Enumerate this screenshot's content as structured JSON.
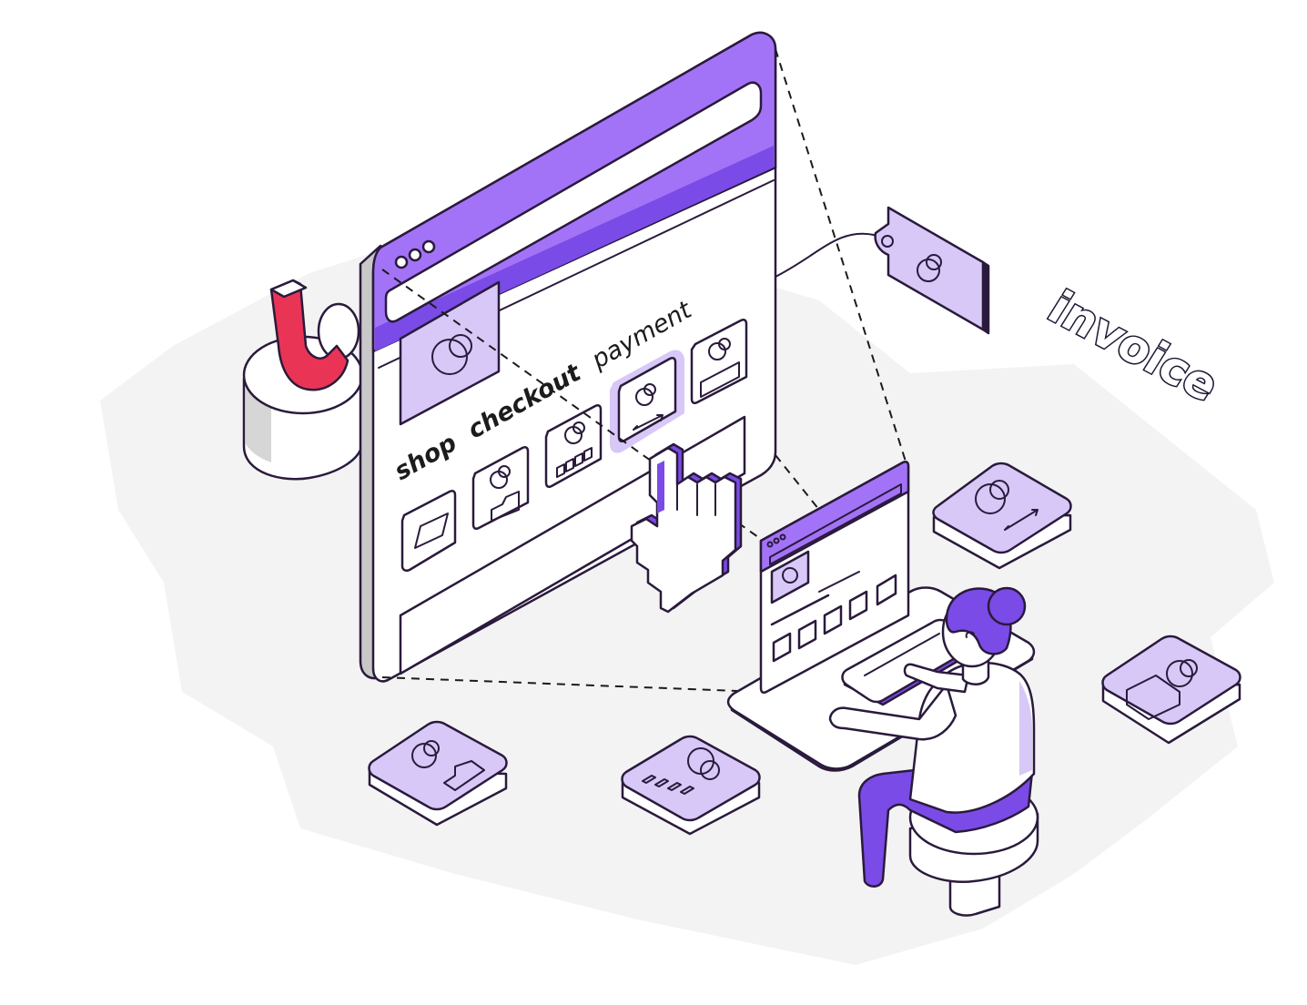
{
  "labels": {
    "shop": "shop",
    "checkout": "checkout",
    "payment": "payment",
    "invoice": "invoice"
  },
  "colors": {
    "primary": "#7a4be6",
    "primary_light": "#d7c8f7",
    "primary_mid": "#a374f6",
    "outline": "#2a1a3c",
    "magnet_red": "#ea3456",
    "shadow": "#f3f3f3"
  },
  "icons": [
    "magnet-icon",
    "browser-window",
    "pixel-hand-cursor-icon",
    "price-tag-icon",
    "payment-tile-icon",
    "laptop",
    "person-at-desk"
  ]
}
